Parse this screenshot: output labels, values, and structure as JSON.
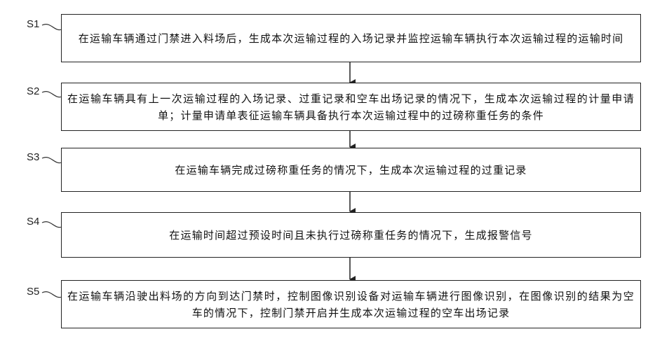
{
  "steps": [
    {
      "label": "S1",
      "text": "在运输车辆通过门禁进入料场后，生成本次运输过程的入场记录并监控运输车辆执行本次运输过程的运输时间"
    },
    {
      "label": "S2",
      "text": "在运输车辆具有上一次运输过程的入场记录、过重记录和空车出场记录的情况下，生成本次运输过程的计量申请单；计量申请单表征运输车辆具备执行本次运输过程中的过磅称重任务的条件"
    },
    {
      "label": "S3",
      "text": "在运输车辆完成过磅称重任务的情况下，生成本次运输过程的过重记录"
    },
    {
      "label": "S4",
      "text": "在运输时间超过预设时间且未执行过磅称重任务的情况下，生成报警信号"
    },
    {
      "label": "S5",
      "text": "在运输车辆沿驶出料场的方向到达门禁时，控制图像识别设备对运输车辆进行图像识别，在图像识别的结果为空车的情况下，控制门禁开启并生成本次运输过程的空车出场记录"
    }
  ]
}
